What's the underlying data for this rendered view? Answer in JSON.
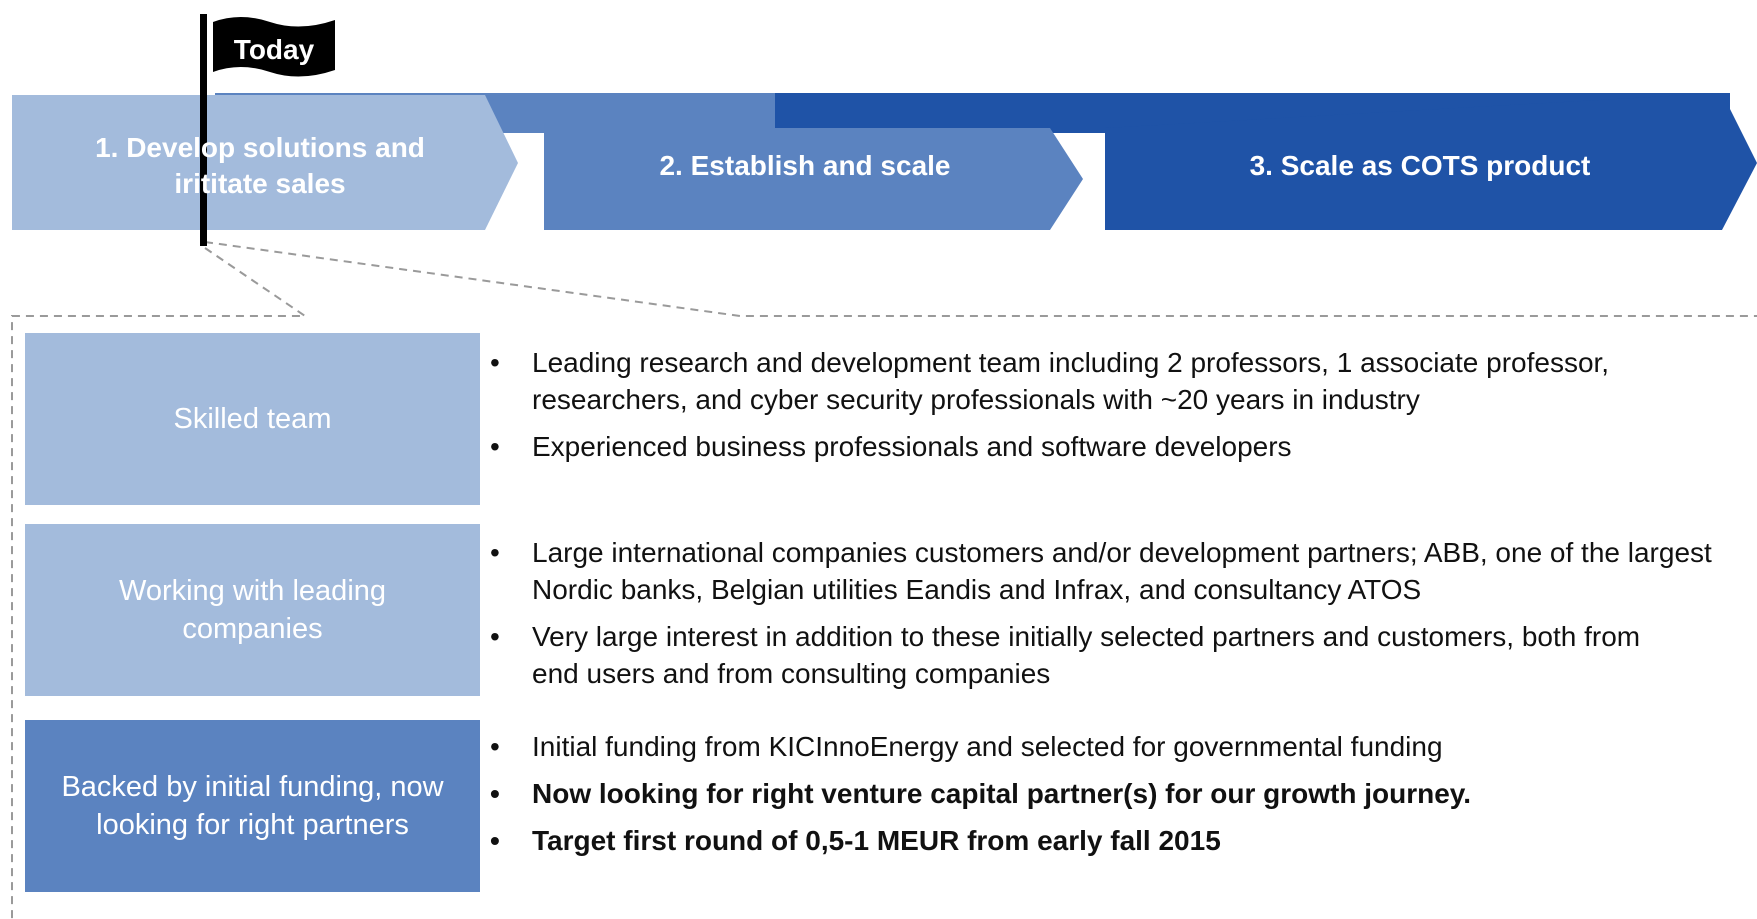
{
  "colors": {
    "phase1": "#a3bbdc",
    "phase2": "#5b83c0",
    "phase3": "#1f53a7",
    "box_light": "#a3bbdc",
    "box_dark": "#5b83c0",
    "flag": "#000000"
  },
  "flag": {
    "label": "Today",
    "icon": "flag-icon"
  },
  "phases": [
    {
      "label": "1.  Develop solutions and\nirititate sales"
    },
    {
      "label": "2. Establish and scale"
    },
    {
      "label": "3. Scale as COTS product"
    }
  ],
  "sections": [
    {
      "title": "Skilled team",
      "bullets": [
        {
          "text": "Leading research and development team including 2 professors, 1 associate professor, researchers, and cyber security professionals with ~20 years in industry",
          "bold": false
        },
        {
          "text": "Experienced business professionals and software developers",
          "bold": false
        }
      ]
    },
    {
      "title": "Working with leading companies",
      "bullets": [
        {
          "text": "Large international companies customers and/or development partners; ABB, one of the largest Nordic banks, Belgian utilities Eandis and Infrax, and consultancy ATOS",
          "bold": false
        },
        {
          "text": "Very large interest in addition to these initially selected partners and customers, both from end users and from consulting companies",
          "bold": false
        }
      ]
    },
    {
      "title": "Backed by initial funding, now looking for right partners",
      "bullets": [
        {
          "text": "Initial funding from KICInnoEnergy and selected for governmental funding",
          "bold": false
        },
        {
          "text": "Now looking for right venture capital partner(s) for our growth journey.",
          "bold": true
        },
        {
          "text": "Target first round of 0,5-1 MEUR from early fall 2015",
          "bold": true
        }
      ]
    }
  ],
  "bullet_char": "•"
}
